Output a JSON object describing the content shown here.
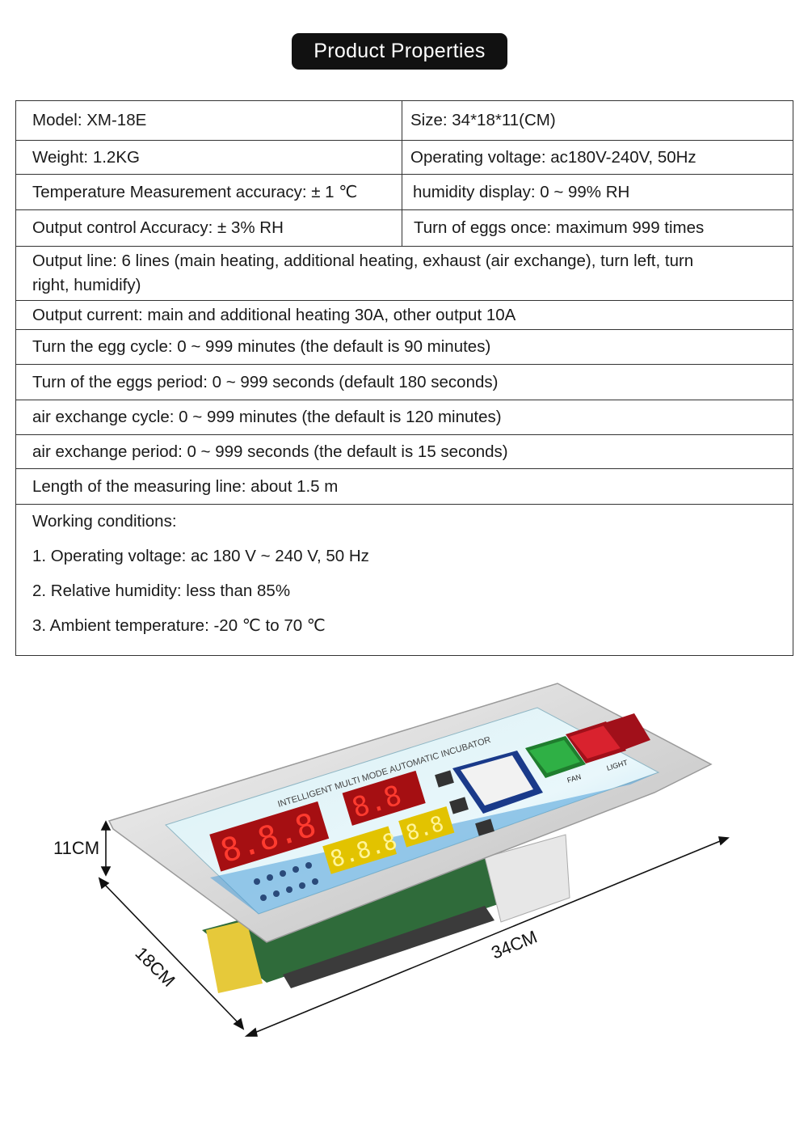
{
  "header": {
    "title": "Product Properties"
  },
  "specs": {
    "model": "Model: XM-18E",
    "size": "Size: 34*18*11(CM)",
    "weight": "Weight: 1.2KG",
    "voltage": "Operating voltage: ac180V-240V, 50Hz",
    "temp_accuracy": "Temperature Measurement accuracy: ± 1 ℃",
    "humidity_display": "humidity display: 0 ~ 99% RH",
    "output_accuracy": "Output control Accuracy: ± 3% RH",
    "turn_eggs_once": "Turn of eggs once: maximum 999 times",
    "output_line": "Output line: 6 lines (main heating, additional heating, exhaust (air exchange), turn left, turn right, humidify)",
    "output_current": "Output current: main and additional heating 30A, other output 10A",
    "egg_cycle": "Turn the egg cycle: 0 ~ 999 minutes (the default is 90 minutes)",
    "egg_period": "Turn of the eggs period: 0 ~ 999 seconds (default 180 seconds)",
    "air_cycle": "air exchange cycle: 0 ~ 999 minutes (the default is 120 minutes)",
    "air_period": "air exchange period: 0 ~ 999 seconds (the default is 15 seconds)",
    "measuring_line": "Length of the measuring line: about 1.5 m",
    "working_conditions": {
      "title": "Working conditions:",
      "items": [
        "1. Operating voltage: ac 180 V ~ 240 V, 50 Hz",
        "2. Relative humidity: less than 85%",
        "3. Ambient temperature: -20 ℃ to 70 ℃"
      ]
    }
  },
  "product_image": {
    "dimensions": {
      "height": "11CM",
      "depth": "18CM",
      "length": "34CM"
    },
    "panel_text": "INTELLIGENT MULTI MODE AUTOMATIC INCUBATOR",
    "display_left": "8.8.8",
    "display_top": "8.8",
    "display_yellow_1": "8.8.8",
    "display_yellow_2": "8.8",
    "switch_labels": {
      "fan": "FAN",
      "light": "LIGHT"
    }
  }
}
